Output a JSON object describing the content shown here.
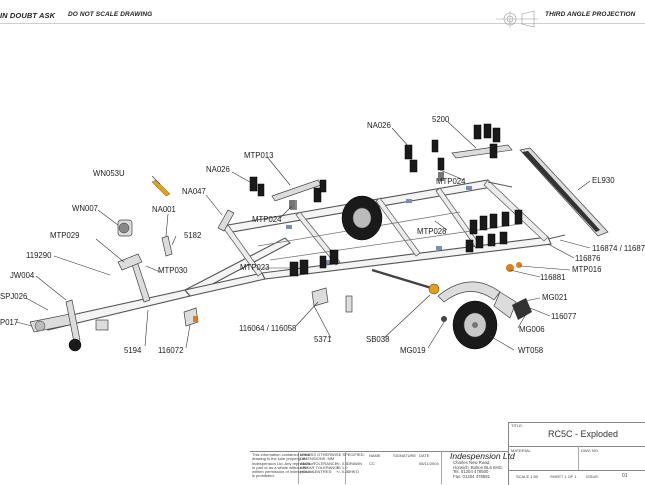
{
  "header": {
    "warning_left": "IN DOUBT ASK",
    "warning_mid": "DO NOT SCALE DRAWING",
    "projection": "THIRD ANGLE PROJECTION"
  },
  "labels": [
    {
      "id": "NA026a",
      "text": "NA026"
    },
    {
      "id": "5200",
      "text": "5200"
    },
    {
      "id": "EL930",
      "text": "EL930"
    },
    {
      "id": "MTP013",
      "text": "MTP013"
    },
    {
      "id": "WN053U",
      "text": "WN053U"
    },
    {
      "id": "NA026b",
      "text": "NA026"
    },
    {
      "id": "MTP024a",
      "text": "MTP024"
    },
    {
      "id": "NA047",
      "text": "NA047"
    },
    {
      "id": "WN007",
      "text": "WN007"
    },
    {
      "id": "NA001",
      "text": "NA001"
    },
    {
      "id": "MTP024b",
      "text": "MTP024"
    },
    {
      "id": "MTP029",
      "text": "MTP029"
    },
    {
      "id": "5182",
      "text": "5182"
    },
    {
      "id": "MTP028",
      "text": "MTP028"
    },
    {
      "id": "116874",
      "text": "116874 / 11687"
    },
    {
      "id": "119290",
      "text": "119290"
    },
    {
      "id": "MTP023",
      "text": "MTP023"
    },
    {
      "id": "116876",
      "text": "116876"
    },
    {
      "id": "MTP030",
      "text": "MTP030"
    },
    {
      "id": "MTP016",
      "text": "MTP016"
    },
    {
      "id": "JW004",
      "text": "JW004"
    },
    {
      "id": "116881",
      "text": "116881"
    },
    {
      "id": "SPJ026",
      "text": "SPJ026"
    },
    {
      "id": "MG021",
      "text": "MG021"
    },
    {
      "id": "P017",
      "text": "P017"
    },
    {
      "id": "116064",
      "text": "116064 / 116058"
    },
    {
      "id": "116077",
      "text": "116077"
    },
    {
      "id": "5194",
      "text": "5194"
    },
    {
      "id": "116072",
      "text": "116072"
    },
    {
      "id": "5371",
      "text": "5371"
    },
    {
      "id": "SB038",
      "text": "SB038"
    },
    {
      "id": "MG006",
      "text": "MG006"
    },
    {
      "id": "MG019",
      "text": "MG019"
    },
    {
      "id": "WT058",
      "text": "WT058"
    }
  ],
  "title_block": {
    "company": "Indespension Ltd",
    "address": [
      "Charles New Road,",
      "Horwich, Bolton BL6 6HG.",
      "Tel. 01204 478500",
      "Fax. 01204 478581"
    ],
    "title_label": "TITLE:",
    "title": "RC5C - Exploded",
    "material_label": "MATERIAL",
    "dwg_label": "DWG NO.",
    "scale": "SCALE 1:50",
    "sheet": "SHEET 1 OF 1",
    "issue_label": "ISSUE:",
    "issue": "01",
    "tolerance_note": [
      "UNLESS OTHERWISE SPECIFIED:",
      "DIMENSIONS: MM",
      "ANGL. TOLERANCE:",
      "LINEAR TOLERANCE:",
      "HOLE CENTRES:"
    ],
    "tolerance_vals": [
      "+/- 0.5",
      "+/- 1.0",
      "+/- 0.25"
    ],
    "sig_headers": [
      "NAME",
      "SIGNATURE",
      "DATE"
    ],
    "sig_rows": [
      [
        "DRAWN",
        "CC",
        "",
        "08/11/2004"
      ],
      [
        "CHK'D",
        "",
        "",
        ""
      ]
    ],
    "disclaimer": [
      "This information contained in this",
      "drawing is the sole property of",
      "Indespension Ltd. Any reproduction",
      "in part or as a whole without the",
      "written permission of Indespension",
      "is prohibited."
    ]
  },
  "colors": {
    "line": "#333333",
    "frame": "#f4f4f4",
    "tyre": "#1a1a1a",
    "accent": "#e07b20"
  }
}
